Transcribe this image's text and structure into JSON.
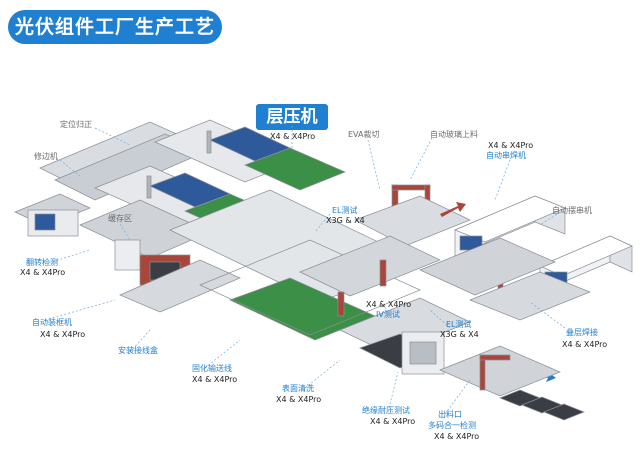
{
  "title": "光伏组件工厂生产工艺流程",
  "laminator": {
    "name": "层压机",
    "models": "X4 & X4Pro"
  },
  "stations": {
    "positioning": "定位归正",
    "repair": "修边机",
    "buffer": "缓存区",
    "eva_cut": "EVA裁切",
    "auto_glass": "自动玻璃上料",
    "stringer_models": "X4 & X4Pro",
    "stringer": "自动串焊机",
    "layup": "自动摆串机",
    "el1_name": "EL测试",
    "el1_models": "X3G & X4",
    "flip_name": "翻转检测",
    "flip_models": "X4 & X4Pro",
    "framing_name": "自动装框机",
    "framing_models": "X4 & X4Pro",
    "jbox_name": "安装接线盒",
    "cure_name": "固化输送线",
    "cure_models": "X4 & X4Pro",
    "mid_models": "X4 & X4Pro",
    "iv": "IV测试",
    "el2_name": "EL测试",
    "el2_models": "X3G & X4",
    "busbar_name": "叠层焊接",
    "busbar_models": "X4 & X4Pro",
    "clean_name": "表面清洗",
    "clean_models": "X4 & X4Pro",
    "insulation_name": "绝缘耐压测试",
    "insulation_models": "X4 & X4Pro",
    "outlet_name": "出料口",
    "outlet_sub": "多码合一检测",
    "outlet_models": "X4 & X4Pro"
  }
}
